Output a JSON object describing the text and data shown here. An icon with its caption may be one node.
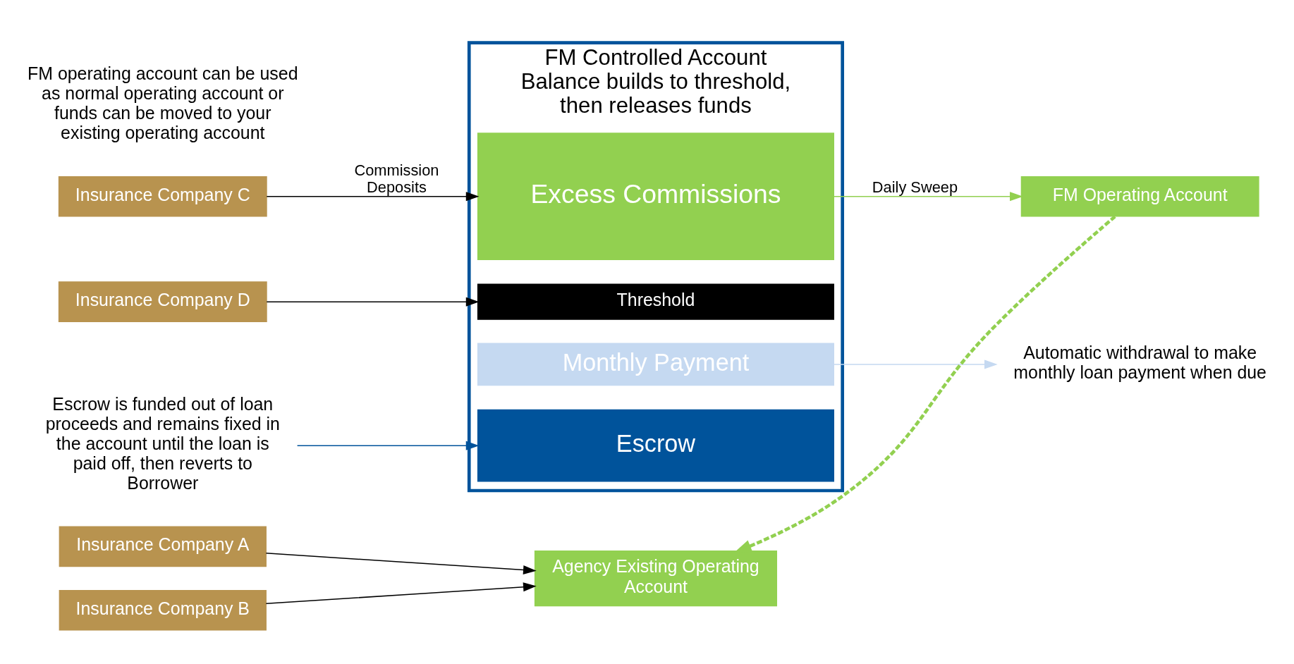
{
  "diagram": {
    "nodes": [
      {
        "text": [
          "Agency Existing Operating Account"
        ]
      },
      {
        "text": [
          "Insurance Company A"
        ]
      },
      {
        "text": [
          "Insurance Company B"
        ]
      },
      {
        "text": [
          "Insurance Company C"
        ]
      },
      {
        "text": [
          "Insurance Company D"
        ]
      },
      {
        "text": [
          "FM Controlled Account",
          "Balance builds to threshold, then releases funds"
        ]
      },
      {
        "text": [
          "Excess Commissions"
        ],
        "in": 5
      },
      {
        "text": [
          "Threshold"
        ],
        "in": 5
      },
      {
        "text": [
          "Monthly Payment"
        ],
        "in": 5
      },
      {
        "text": [
          "Escrow"
        ],
        "in": 5
      },
      {
        "text": [
          "FM Operating Account"
        ]
      },
      {
        "text": [
          "Automatic withdrawal to make monthly loan payment when due"
        ]
      },
      {
        "text": [
          "Escrow is funded out of loan proceeds and remains fixed in the account until the loan is paid off, then reverts to Borrower"
        ]
      }
    ],
    "edges": [
      {
        "from": 1,
        "to": 0,
        "arrow": "to"
      },
      {
        "from": 2,
        "to": 0,
        "arrow": "to"
      },
      {
        "from": 3,
        "to": 6,
        "arrow": "to",
        "label": "Commission Deposits"
      },
      {
        "from": 4,
        "to": 7,
        "arrow": "to"
      },
      {
        "from": 6,
        "to": 10,
        "arrow": "to",
        "color": "#92d050",
        "label": "Daily Sweep"
      },
      {
        "from": 10,
        "to": 0,
        "arrow": "to",
        "style": "dashed",
        "color": "#92d050"
      },
      {
        "from": 8,
        "to": 11,
        "arrow": "to",
        "color": "#c5d9f1"
      },
      {
        "from": 12,
        "to": 9,
        "arrow": "to",
        "color": "#00539b"
      }
    ],
    "labels": [
      "FM operating account can be used as normal operating account or funds can be moved to your existing operating account"
    ]
  }
}
